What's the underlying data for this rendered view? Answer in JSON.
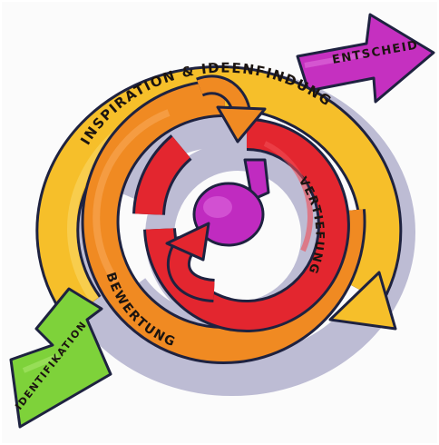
{
  "diagram": {
    "labels": {
      "inspiration": "INSPIRATION & IDEENFINDUNG",
      "entscheid": "ENTSCHEID",
      "identifikation": "IDENTIFIKATION",
      "vertiefung": "VERTIEFUNG",
      "bewertung": "BEWERTUNG"
    },
    "colors": {
      "yellow": "#f6bf2a",
      "orange": "#f08a22",
      "red": "#e3262f",
      "magenta": "#c02bc0",
      "green": "#7ed23a",
      "outline": "#1e2240",
      "shadow": "#b9b8d2"
    }
  }
}
